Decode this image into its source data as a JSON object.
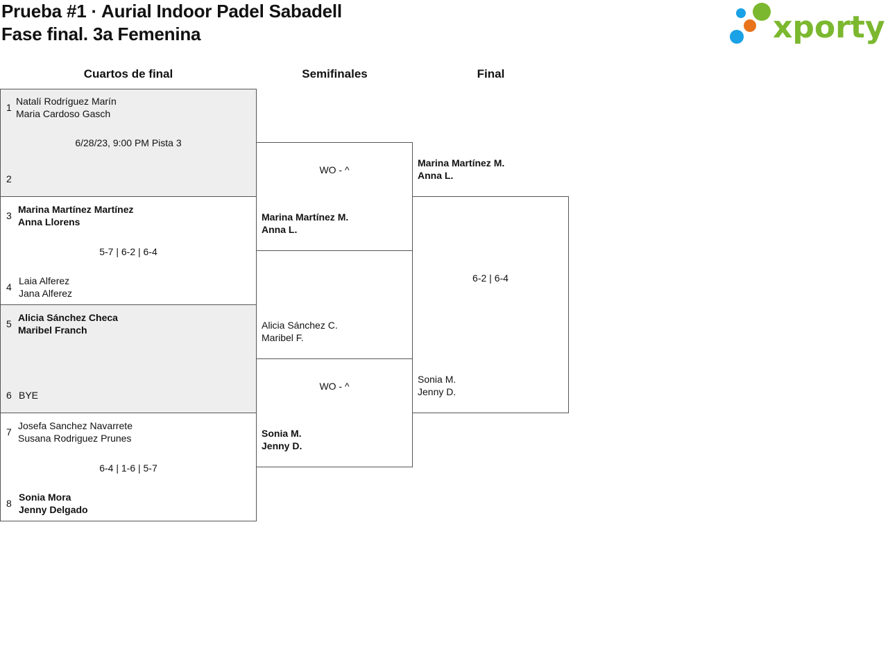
{
  "header": {
    "title_line1": "Prueba #1 · Aurial Indoor Padel Sabadell",
    "title_line2": "Fase final. 3a Femenina",
    "logo_text": "xporty",
    "logo_colors": {
      "green": "#7cb82f",
      "orange": "#e8731a",
      "blue": "#1aa1e6"
    }
  },
  "rounds": {
    "quarters": "Cuartos de final",
    "semis": "Semifinales",
    "final": "Final"
  },
  "quarterfinals": [
    {
      "info": "6/28/23, 9:00 PM Pista 3",
      "top": {
        "seed": "1",
        "p1": "Natalí Rodríguez Marín",
        "p2": "Maria Cardoso Gasch"
      },
      "bottom": {
        "seed": "2",
        "p1": "",
        "p2": ""
      }
    },
    {
      "info": "5-7 | 6-2 | 6-4",
      "top": {
        "seed": "3",
        "p1": "Marina Martínez Martínez",
        "p2": "Anna Llorens"
      },
      "bottom": {
        "seed": "4",
        "p1": "Laia Alferez",
        "p2": "Jana Alferez"
      }
    },
    {
      "info": "",
      "top": {
        "seed": "5",
        "p1": "Alicia Sánchez Checa",
        "p2": "Maribel Franch"
      },
      "bottom": {
        "seed": "6",
        "p1": "BYE",
        "p2": ""
      }
    },
    {
      "info": "6-4 | 1-6 | 5-7",
      "top": {
        "seed": "7",
        "p1": "Josefa Sanchez Navarrete",
        "p2": "Susana Rodriguez Prunes"
      },
      "bottom": {
        "seed": "8",
        "p1": "Sonia Mora",
        "p2": "Jenny Delgado"
      }
    }
  ],
  "semifinals": [
    {
      "info": "WO - ^",
      "top": {
        "p1": "",
        "p2": ""
      },
      "bottom": {
        "p1": "Marina Martínez M.",
        "p2": "Anna L."
      }
    },
    {
      "info": "WO - ^",
      "top": {
        "p1": "Alicia Sánchez C.",
        "p2": "Maribel F."
      },
      "bottom": {
        "p1": "Sonia M.",
        "p2": "Jenny D."
      }
    }
  ],
  "final": {
    "info": "6-2 | 6-4",
    "top": {
      "p1": "Marina Martínez M.",
      "p2": "Anna L."
    },
    "bottom": {
      "p1": "Sonia M.",
      "p2": "Jenny D."
    }
  }
}
